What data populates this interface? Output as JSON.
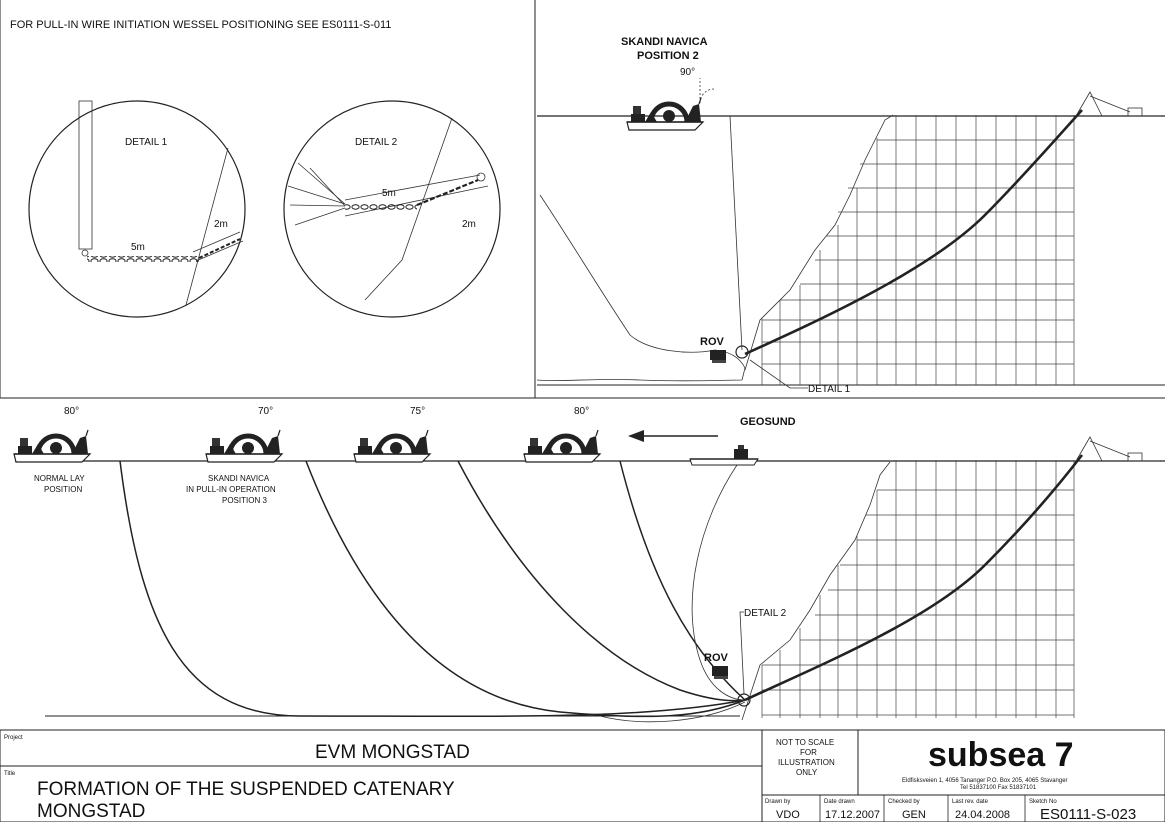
{
  "header_note": "FOR PULL-IN WIRE INITIATION WESSEL POSITIONING SEE ES0111-S-011",
  "detail1": {
    "title": "DETAIL 1",
    "len_chain": "5m",
    "len_wire": "2m"
  },
  "detail2": {
    "title": "DETAIL 2",
    "len_chain": "5m",
    "len_wire": "2m"
  },
  "upper": {
    "vessel_name": "SKANDI NAVICA",
    "vessel_position": "POSITION 2",
    "angle": "90°",
    "rov": "ROV",
    "detail_ref": "DETAIL 1"
  },
  "lower": {
    "angles": [
      "80°",
      "70°",
      "75°",
      "80°"
    ],
    "normal_lay": [
      "NORMAL LAY",
      "POSITION"
    ],
    "pull_in": [
      "SKANDI NAVICA",
      "IN PULL-IN OPERATION",
      "POSITION 3"
    ],
    "geosund": "GEOSUND",
    "rov": "ROV",
    "detail_ref": "DETAIL 2"
  },
  "title_block": {
    "project_label": "Project",
    "project": "EVM MONGSTAD",
    "title_label": "Title",
    "title_line1": "FORMATION OF THE SUSPENDED CATENARY",
    "title_line2": "MONGSTAD",
    "scale_note": [
      "NOT TO SCALE",
      "FOR",
      "ILLUSTRATION",
      "ONLY"
    ],
    "company": "subsea 7",
    "address_line1": "Eldfisksveien 1, 4056 Tananger   P.O. Box 205, 4065 Stavanger",
    "address_line2": "Tel 51837100   Fax 51837101",
    "drawn_by_label": "Drawn by",
    "drawn_by": "VDO",
    "date_drawn_label": "Date drawn",
    "date_drawn": "17.12.2007",
    "checked_by_label": "Checked by",
    "checked_by": "GEN",
    "last_rev_label": "Last rev. date",
    "last_rev": "24.04.2008",
    "sketch_no_label": "Sketch No",
    "sketch_no": "ES0111-S-023"
  },
  "colors": {
    "line": "#222222",
    "background": "#ffffff"
  }
}
